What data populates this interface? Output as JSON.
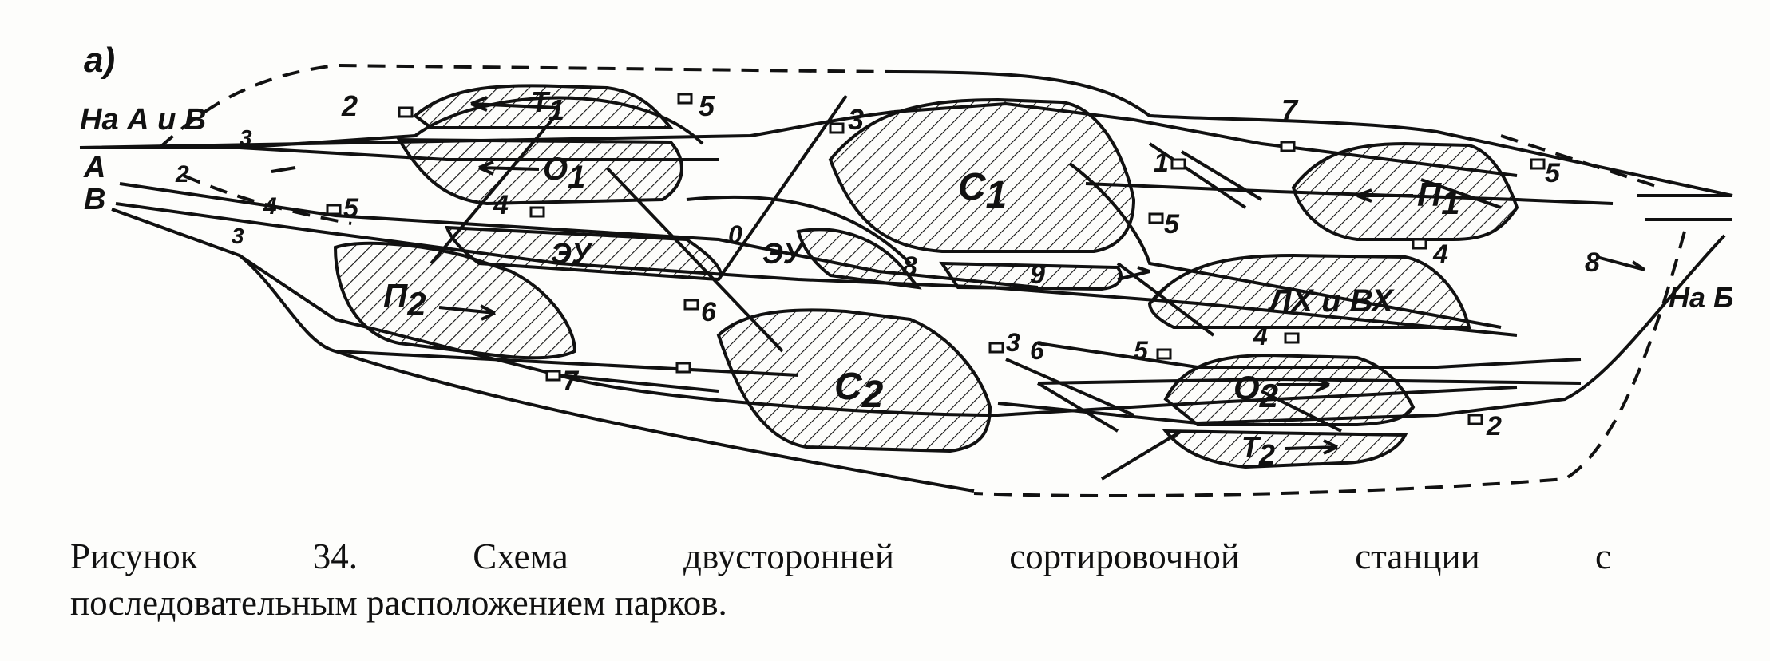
{
  "figure_tag": "а)",
  "entries": {
    "a_and_v": "На А и В",
    "a": "А",
    "v": "В",
    "b": "На Б"
  },
  "parks": {
    "t1": "Т",
    "t1_sub": "1",
    "o1": "О",
    "o1_sub": "1",
    "c1": "С",
    "c1_sub": "1",
    "p1": "П",
    "p1_sub": "1",
    "p2": "П",
    "p2_sub": "2",
    "c2": "С",
    "c2_sub": "2",
    "o2": "О",
    "o2_sub": "2",
    "t2": "Т",
    "t2_sub": "2",
    "zu_left": "ЭУ",
    "zu_mid": "ЭУ",
    "lkh": "ЛХ и ВХ"
  },
  "numbers": [
    "2",
    "5",
    "3",
    "7",
    "1",
    "5",
    "5",
    "4",
    "5",
    "4",
    "6",
    "0",
    "8",
    "9",
    "4",
    "5",
    "6",
    "3",
    "7",
    "2",
    "8",
    "3",
    "3",
    "2",
    "4"
  ],
  "caption": {
    "line1_words": [
      "Рисунок",
      "34.",
      "Схема",
      "двусторонней",
      "сортировочной",
      "станции",
      "с"
    ],
    "line2": "последовательным расположением парков."
  },
  "colors": {
    "ink": "#111111",
    "paper": "#fdfdfb"
  }
}
